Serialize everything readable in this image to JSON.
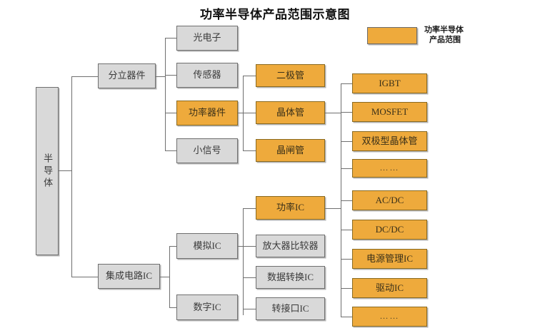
{
  "title": "功率半导体产品范围示意图",
  "legend": {
    "swatch_color": "#eeaa3c",
    "label_line1": "功率半导体",
    "label_line2": "产品范围"
  },
  "colors": {
    "highlight": "#eeaa3c",
    "neutral": "#d9d9d9",
    "border": "#6f6f6f",
    "highlight_border": "#8a6a20",
    "text": "#2a2a2a"
  },
  "nodes": {
    "root": {
      "label": "半导体",
      "type": "neutral"
    },
    "level2": [
      {
        "label": "分立器件",
        "type": "neutral"
      },
      {
        "label": "集成电路IC",
        "type": "neutral"
      }
    ],
    "discrete_children": [
      {
        "label": "光电子",
        "type": "neutral"
      },
      {
        "label": "传感器",
        "type": "neutral"
      },
      {
        "label": "功率器件",
        "type": "highlight"
      },
      {
        "label": "小信号",
        "type": "neutral"
      }
    ],
    "power_device_children": [
      {
        "label": "二极管",
        "type": "highlight"
      },
      {
        "label": "晶体管",
        "type": "highlight"
      },
      {
        "label": "晶闸管",
        "type": "highlight"
      }
    ],
    "transistor_children": [
      {
        "label": "IGBT",
        "type": "highlight"
      },
      {
        "label": "MOSFET",
        "type": "highlight"
      },
      {
        "label": "双极型晶体管",
        "type": "highlight"
      },
      {
        "label": "……",
        "type": "highlight"
      }
    ],
    "ic_children": [
      {
        "label": "模拟IC",
        "type": "neutral"
      },
      {
        "label": "数字IC",
        "type": "neutral"
      }
    ],
    "analog_ic_children": [
      {
        "label": "功率IC",
        "type": "highlight"
      },
      {
        "label": "放大器比较器",
        "type": "neutral"
      },
      {
        "label": "数据转换IC",
        "type": "neutral"
      },
      {
        "label": "转接口IC",
        "type": "neutral"
      }
    ],
    "power_ic_children": [
      {
        "label": "AC/DC",
        "type": "highlight"
      },
      {
        "label": "DC/DC",
        "type": "highlight"
      },
      {
        "label": "电源管理IC",
        "type": "highlight"
      },
      {
        "label": "驱动IC",
        "type": "highlight"
      },
      {
        "label": "……",
        "type": "highlight"
      }
    ]
  }
}
